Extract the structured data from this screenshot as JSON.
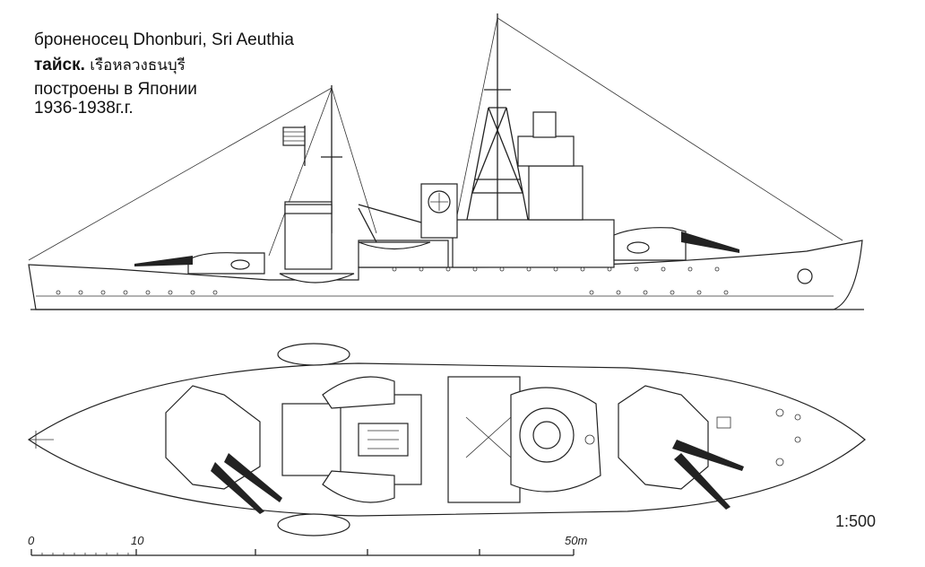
{
  "caption": {
    "line1": "броненосец Dhonburi, Sri Aeuthia",
    "line2_prefix": "тайск.",
    "line2_thai": "เรือหลวงธนบุรี",
    "line3": "построены в Японии",
    "line4": "1936-1938г.г."
  },
  "scale_bar": {
    "ticks": [
      "0",
      "10",
      "50m"
    ],
    "ratio": "1:500"
  }
}
